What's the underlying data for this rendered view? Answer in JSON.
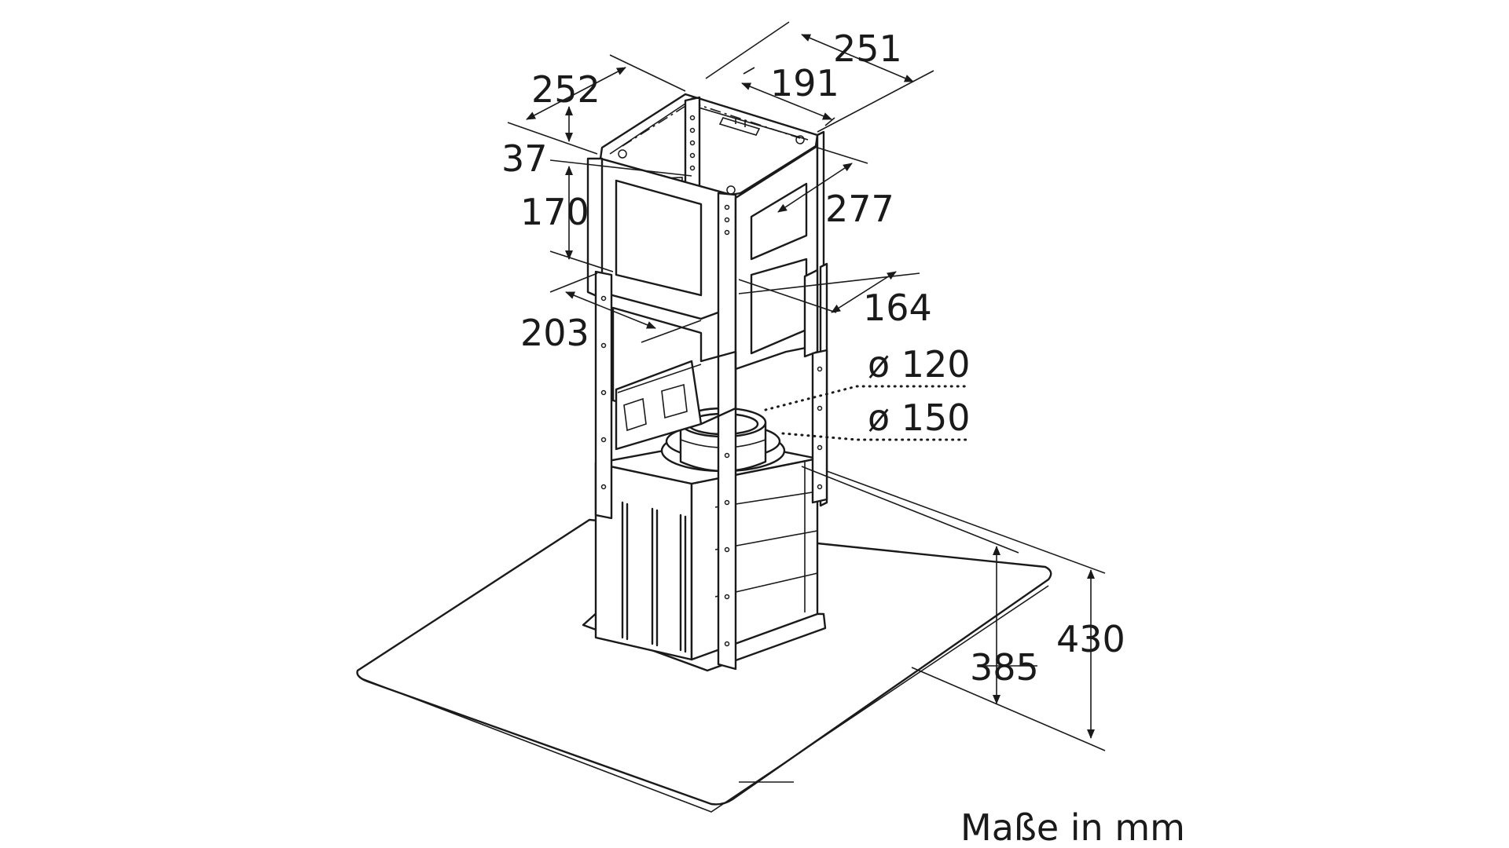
{
  "diagram": {
    "caption": "Maße in mm",
    "dimensions": {
      "d251": "251",
      "d191": "191",
      "d252": "252",
      "d37": "37",
      "d170": "170",
      "d277": "277",
      "d164": "164",
      "d203": "203",
      "d_o120": "ø 120",
      "d_o150": "ø 150",
      "d385": "385",
      "d430": "430"
    }
  }
}
